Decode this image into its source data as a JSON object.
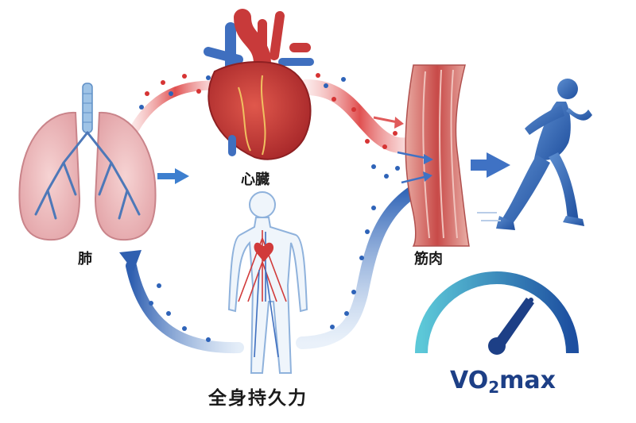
{
  "labels": {
    "lungs": "肺",
    "heart": "心臓",
    "muscle": "筋肉",
    "endurance": "全身持久力"
  },
  "vo2": {
    "prefix": "VO",
    "subscript": "2",
    "suffix": "max"
  },
  "icons": [
    "lungs-icon",
    "heart-icon",
    "muscle-icon",
    "runner-icon",
    "body-icon",
    "gauge-icon"
  ],
  "colors": {
    "oxygenated": "#d63434",
    "deoxygenated": "#2e63b8",
    "gauge_start": "#5cc8d8",
    "gauge_end": "#1d4fa0",
    "vo2_text": "#1d3f86"
  }
}
